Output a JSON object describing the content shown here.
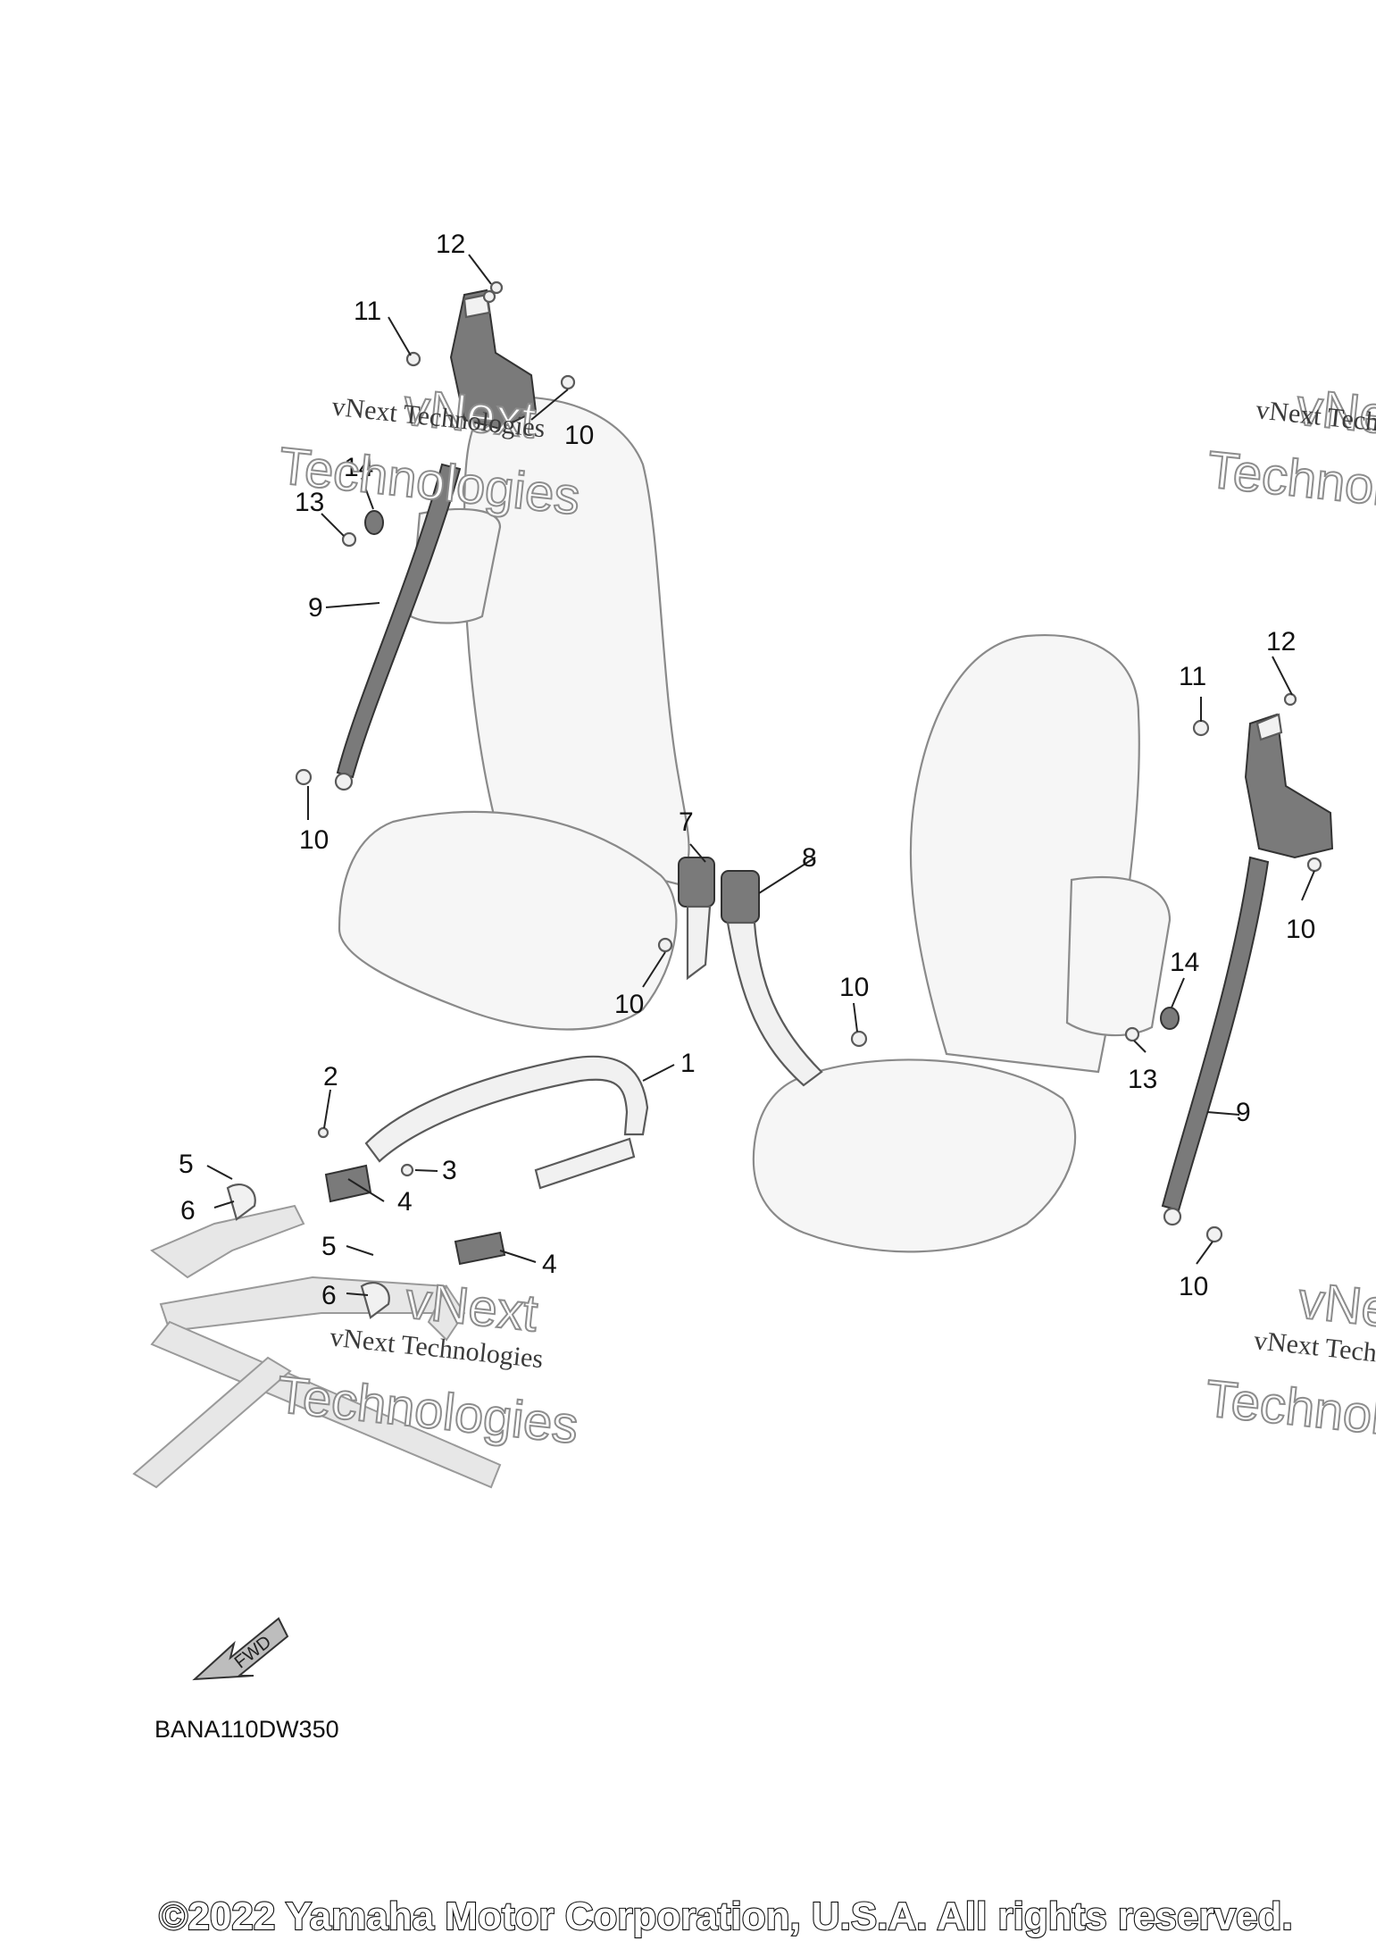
{
  "diagram": {
    "callouts": [
      {
        "id": "c12a",
        "label": "12"
      },
      {
        "id": "c11a",
        "label": "11"
      },
      {
        "id": "c10a",
        "label": "10"
      },
      {
        "id": "c14a",
        "label": "14"
      },
      {
        "id": "c13a",
        "label": "13"
      },
      {
        "id": "c9a",
        "label": "9"
      },
      {
        "id": "c10b",
        "label": "10"
      },
      {
        "id": "c7",
        "label": "7"
      },
      {
        "id": "c8",
        "label": "8"
      },
      {
        "id": "c10c",
        "label": "10"
      },
      {
        "id": "c10d",
        "label": "10"
      },
      {
        "id": "c1",
        "label": "1"
      },
      {
        "id": "c2",
        "label": "2"
      },
      {
        "id": "c3",
        "label": "3"
      },
      {
        "id": "c4a",
        "label": "4"
      },
      {
        "id": "c5a",
        "label": "5"
      },
      {
        "id": "c6a",
        "label": "6"
      },
      {
        "id": "c4b",
        "label": "4"
      },
      {
        "id": "c5b",
        "label": "5"
      },
      {
        "id": "c6b",
        "label": "6"
      },
      {
        "id": "c12b",
        "label": "12"
      },
      {
        "id": "c11b",
        "label": "11"
      },
      {
        "id": "c10e",
        "label": "10"
      },
      {
        "id": "c14b",
        "label": "14"
      },
      {
        "id": "c13b",
        "label": "13"
      },
      {
        "id": "c9b",
        "label": "9"
      },
      {
        "id": "c10f",
        "label": "10"
      }
    ],
    "fwd_label": "FWD",
    "drawing_code": "BANA110DW350"
  },
  "watermark": {
    "line1": "vNext Technologies",
    "line2": "Technologies",
    "line3": "vNext"
  },
  "footer": {
    "copyright": "©2022 Yamaha Motor Corporation, U.S.A. All rights reserved."
  }
}
